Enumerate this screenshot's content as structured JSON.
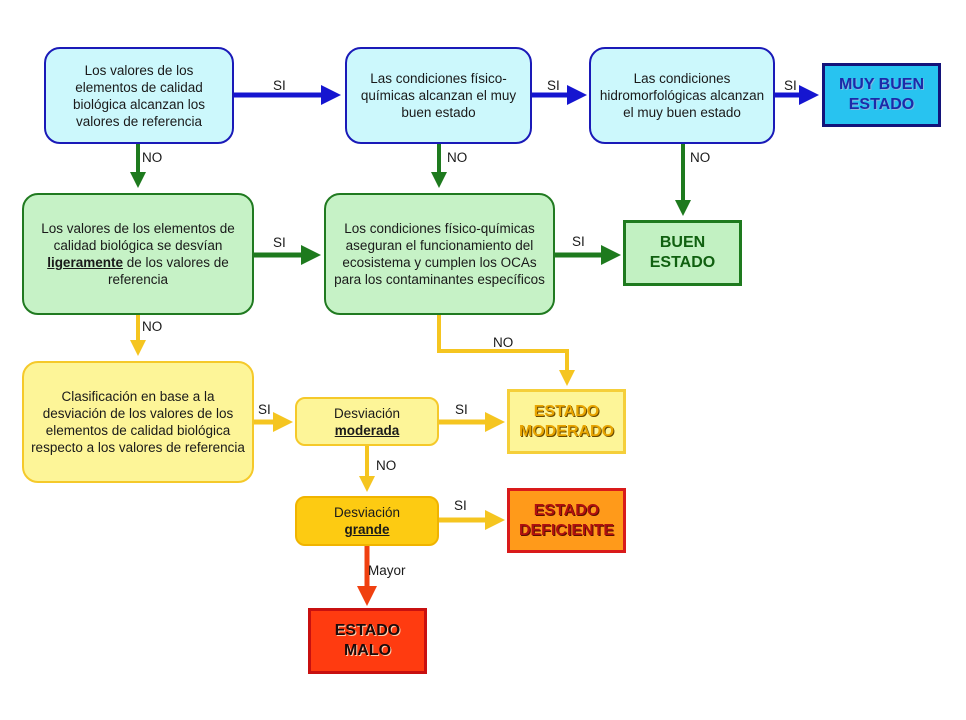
{
  "colors": {
    "blue_arrow": "#1515d0",
    "green_arrow": "#1e7a1e",
    "yellow_arrow": "#f5c520",
    "red_arrow": "#f04010"
  },
  "nodes": {
    "q1": {
      "text": "Los valores de los elementos de calidad biológica alcanzan los valores de referencia"
    },
    "q2": {
      "text": "Las condiciones físico- químicas alcanzan el muy buen estado"
    },
    "q3": {
      "text": "Las condiciones hidromorfológicas alcanzan el muy buen estado"
    },
    "r_muy_buen": {
      "line1": "MUY BUEN",
      "line2": "ESTADO"
    },
    "q4": {
      "before": "Los valores de los elementos de calidad biológica se desvían",
      "emph": "ligeramente",
      "after": "de los valores de referencia"
    },
    "q5": {
      "text": "Los condiciones físico-químicas aseguran el funcionamiento del ecosistema y cumplen los OCAs para los contaminantes específicos"
    },
    "r_buen": {
      "line1": "BUEN",
      "line2": "ESTADO"
    },
    "q6": {
      "text": "Clasificación en base a la desviación de los valores de los elementos de calidad biológica respecto a los valores de referencia"
    },
    "q7": {
      "line1": "Desviación",
      "emph": "moderada"
    },
    "r_moderado": {
      "line1": "ESTADO",
      "line2": "MODERADO"
    },
    "q8": {
      "line1": "Desviación",
      "emph": "grande"
    },
    "r_deficiente": {
      "line1": "ESTADO",
      "line2": "DEFICIENTE"
    },
    "r_malo": {
      "line1": "ESTADO",
      "line2": "MALO"
    }
  },
  "edge_labels": {
    "q1_q2": "SI",
    "q2_q3": "SI",
    "q3_muy_buen": "SI",
    "q1_q4": "NO",
    "q2_q5": "NO",
    "q3_buen": "NO",
    "q4_q5": "SI",
    "q5_buen": "SI",
    "q4_q6": "NO",
    "q5_moderado": "NO",
    "q6_q7": "SI",
    "q7_moderado": "SI",
    "q7_q8": "NO",
    "q8_deficiente": "SI",
    "q8_malo": "Mayor"
  }
}
